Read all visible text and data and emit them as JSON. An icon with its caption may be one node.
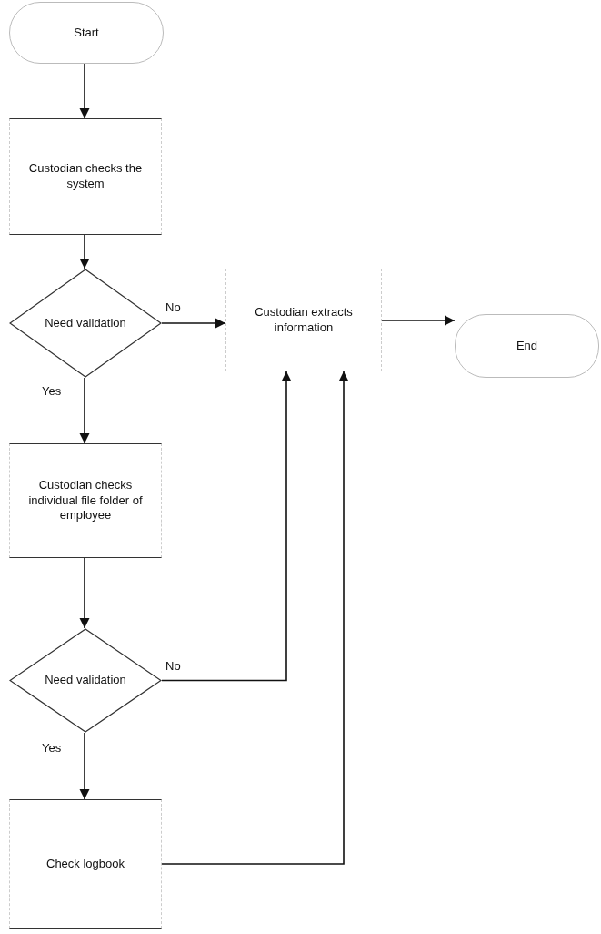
{
  "diagram": {
    "nodes": [
      {
        "text": [
          "Start"
        ]
      },
      {
        "text": [
          "Custodian checks the system"
        ]
      },
      {
        "text": [
          "Need validation"
        ]
      },
      {
        "text": [
          "Custodian extracts information"
        ]
      },
      {
        "text": [
          "End"
        ]
      },
      {
        "text": [
          "Custodian checks individual file folder of employee"
        ]
      },
      {
        "text": [
          "Need validation"
        ]
      },
      {
        "text": [
          "Check logbook"
        ]
      }
    ],
    "edges": [
      {
        "from": 0,
        "to": 1,
        "arrow": "to"
      },
      {
        "from": 1,
        "to": 2,
        "arrow": "to"
      },
      {
        "from": 2,
        "to": 3,
        "arrow": "to",
        "label": "No"
      },
      {
        "from": 2,
        "to": 5,
        "arrow": "to",
        "label": "Yes"
      },
      {
        "from": 5,
        "to": 6,
        "arrow": "to"
      },
      {
        "from": 6,
        "to": 3,
        "arrow": "to",
        "label": "No"
      },
      {
        "from": 6,
        "to": 7,
        "arrow": "to",
        "label": "Yes"
      },
      {
        "from": 7,
        "to": 3,
        "arrow": "to"
      },
      {
        "from": 3,
        "to": 4,
        "arrow": "to"
      }
    ]
  }
}
